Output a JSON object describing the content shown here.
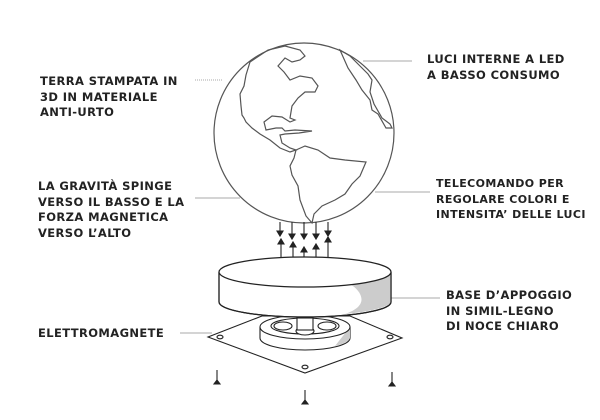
{
  "labels": {
    "globe": [
      "TERRA STAMPATA IN",
      "3D IN MATERIALE",
      "ANTI-URTO"
    ],
    "gravity": [
      "LA GRAVITÀ SPINGE",
      "VERSO IL BASSO E LA",
      "FORZA MAGNETICA",
      "VERSO L’ALTO"
    ],
    "electromagnet": [
      "ELETTROMAGNETE"
    ],
    "leds": [
      "LUCI INTERNE A LED",
      "A BASSO CONSUMO"
    ],
    "remote": [
      "TELECOMANDO PER",
      "REGOLARE COLORI E",
      "INTENSITA’ DELLE LUCI"
    ],
    "base": [
      "BASE D’APPOGGIO",
      "IN SIMIL-LEGNO",
      "DI NOCE CHIARO"
    ]
  },
  "colors": {
    "line": "#333333",
    "leader": "#999999",
    "shade": "#cccccc"
  }
}
